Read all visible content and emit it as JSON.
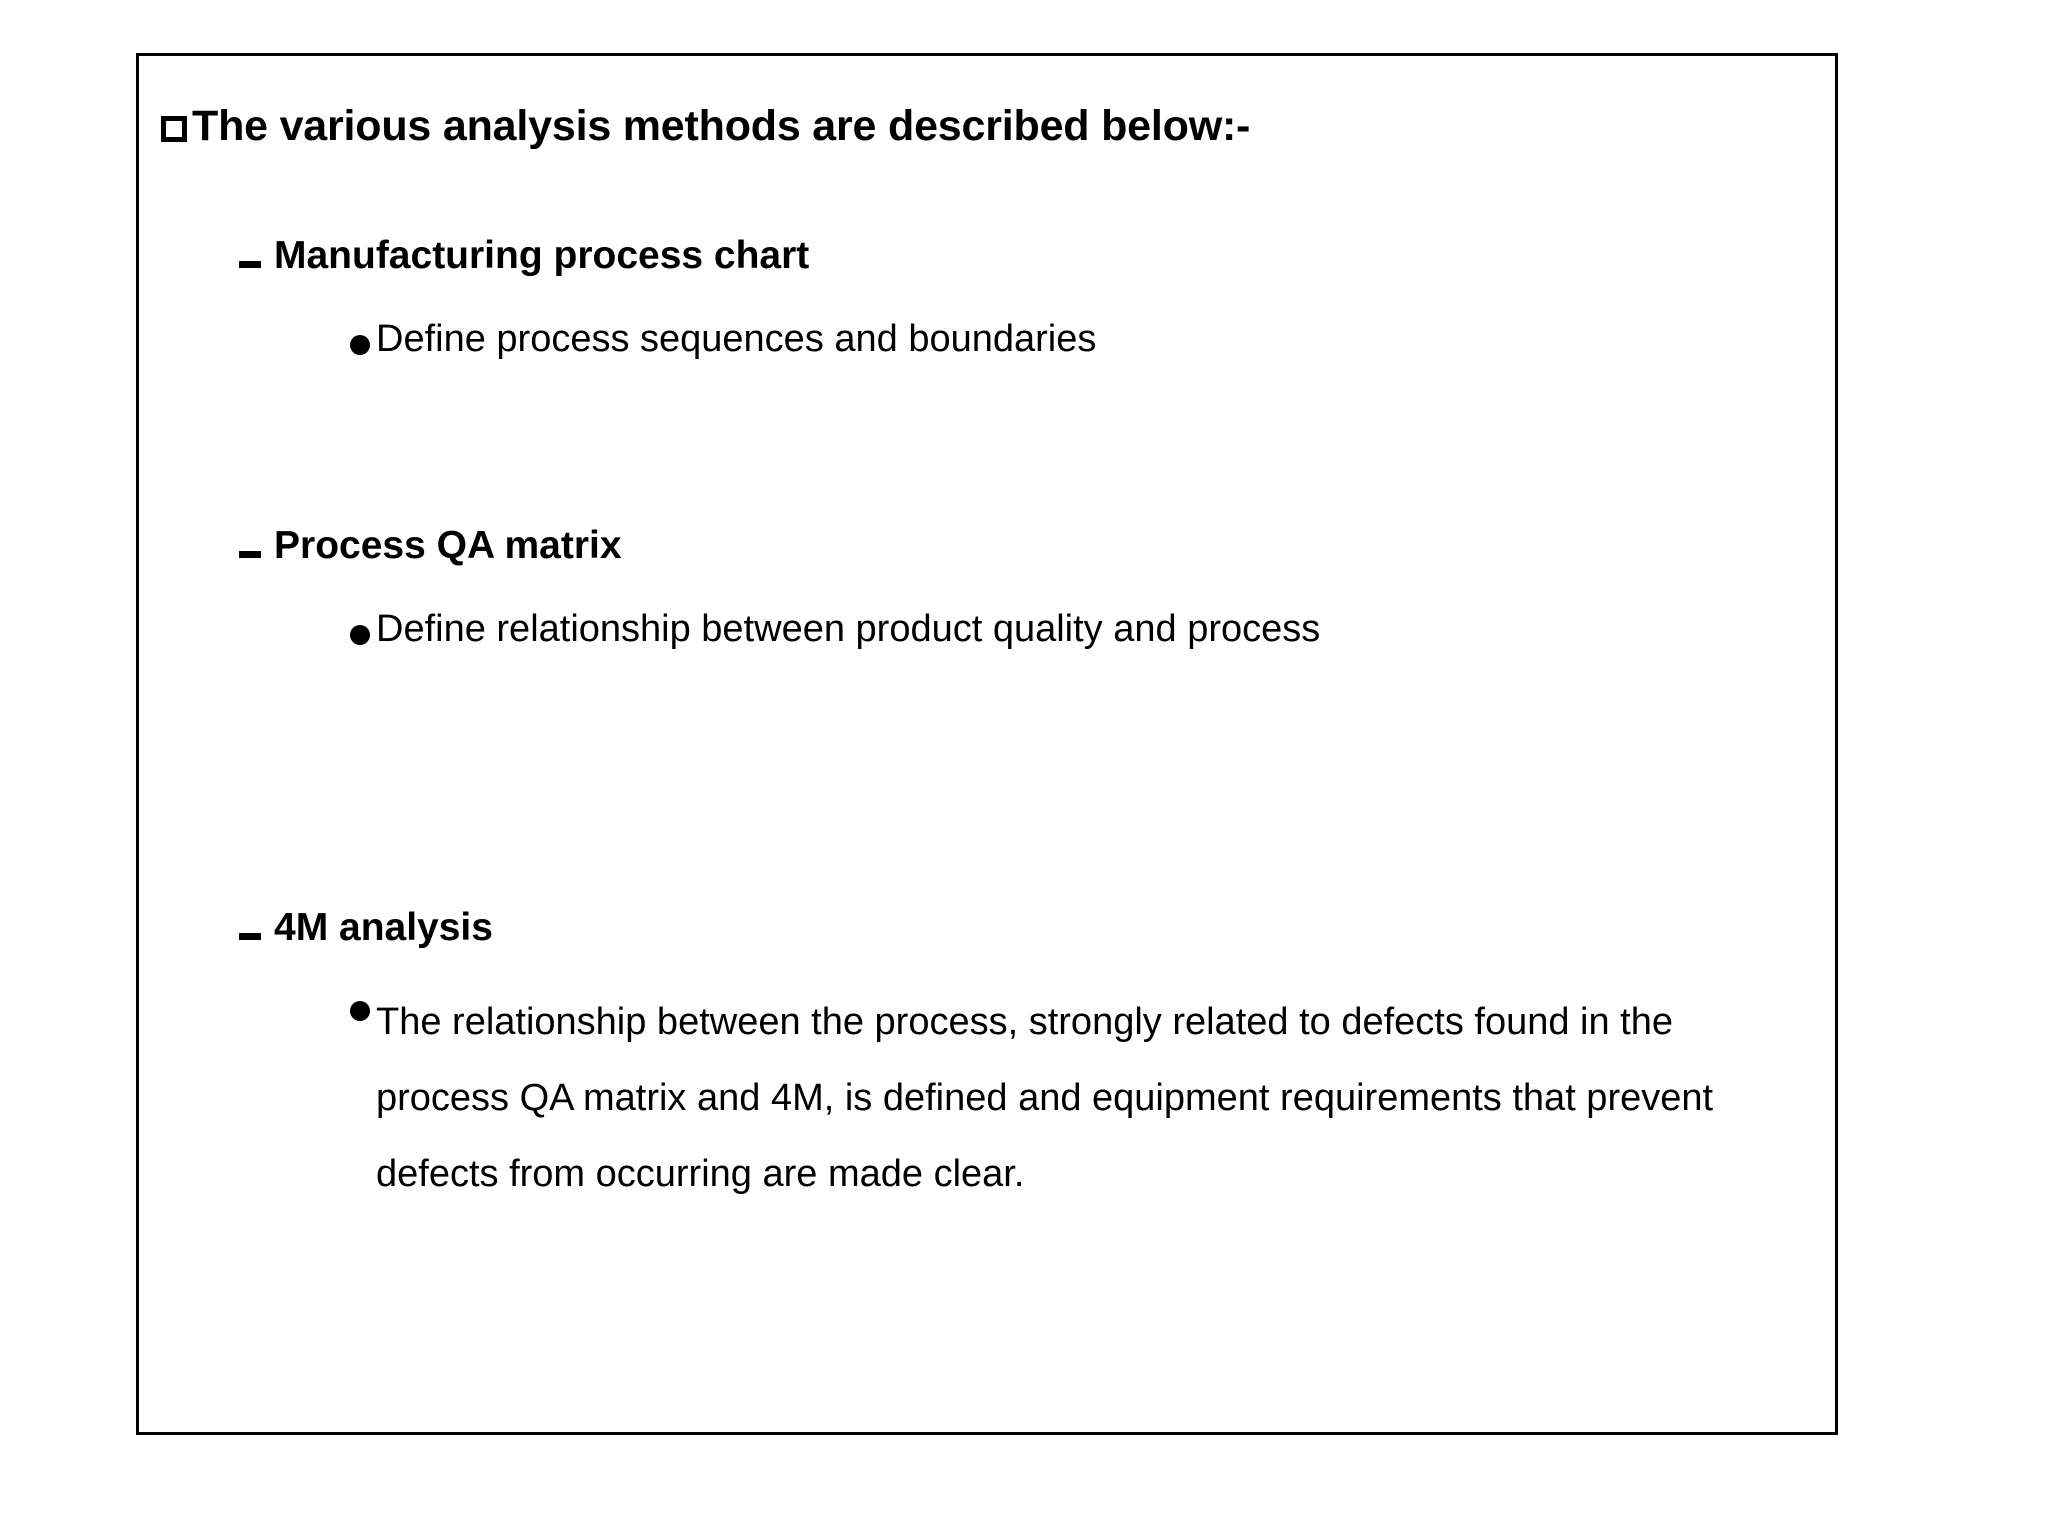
{
  "slide": {
    "heading": {
      "bullet_glyph": "square-outline",
      "text": "The various analysis methods are described below:-"
    },
    "sections": [
      {
        "bullet_glyph": "dash",
        "title": "Manufacturing process chart",
        "items": [
          {
            "bullet_glyph": "filled-circle",
            "text": "Define process sequences and boundaries"
          }
        ]
      },
      {
        "bullet_glyph": "dash",
        "title": "Process QA matrix",
        "items": [
          {
            "bullet_glyph": "filled-circle",
            "text": "Define relationship between product quality and process"
          }
        ]
      },
      {
        "bullet_glyph": "dash",
        "title": "4M analysis",
        "items": [
          {
            "bullet_glyph": "filled-circle",
            "text": "The relationship between the process, strongly related to defects found in the process QA matrix and 4M, is defined and equipment requirements that prevent defects from occurring are made clear."
          }
        ]
      }
    ],
    "colors": {
      "text": "#000000",
      "background": "#ffffff",
      "frame_border": "#000000"
    }
  }
}
